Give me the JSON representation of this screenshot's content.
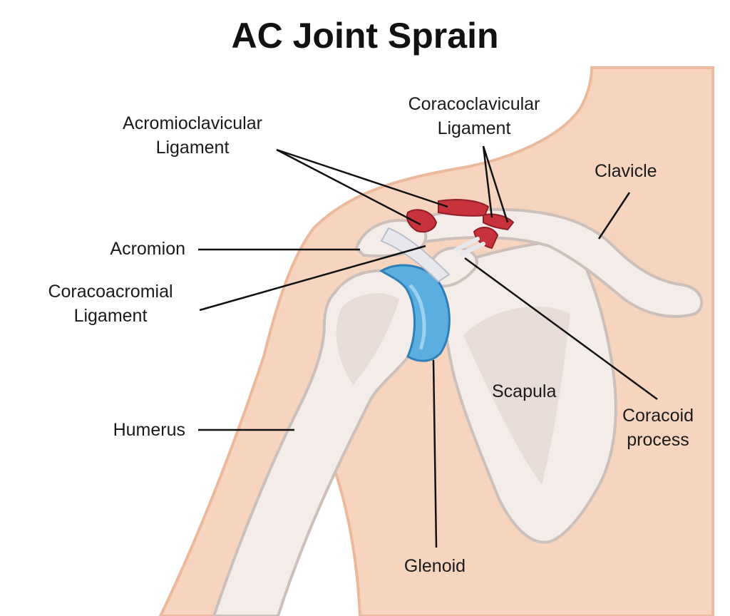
{
  "title": "AC Joint Sprain",
  "labels": {
    "acromioclavicular": {
      "line1": "Acromioclavicular",
      "line2": "Ligament"
    },
    "coracoclavicular": {
      "line1": "Coracoclavicular",
      "line2": "Ligament"
    },
    "clavicle": "Clavicle",
    "acromion": "Acromion",
    "coracoacromial": {
      "line1": "Coracoacromial",
      "line2": "Ligament"
    },
    "scapula": "Scapula",
    "coracoid": {
      "line1": "Coracoid",
      "line2": "process"
    },
    "humerus": "Humerus",
    "glenoid": "Glenoid"
  },
  "colors": {
    "skin": "#f6d4bd",
    "skin_outline": "#edb99c",
    "bone": "#f4ece8",
    "bone_outline": "#cdbfba",
    "cartilage": "#5aaee0",
    "ligament_torn": "#c8323a",
    "ligament": "#e6e8ee"
  }
}
